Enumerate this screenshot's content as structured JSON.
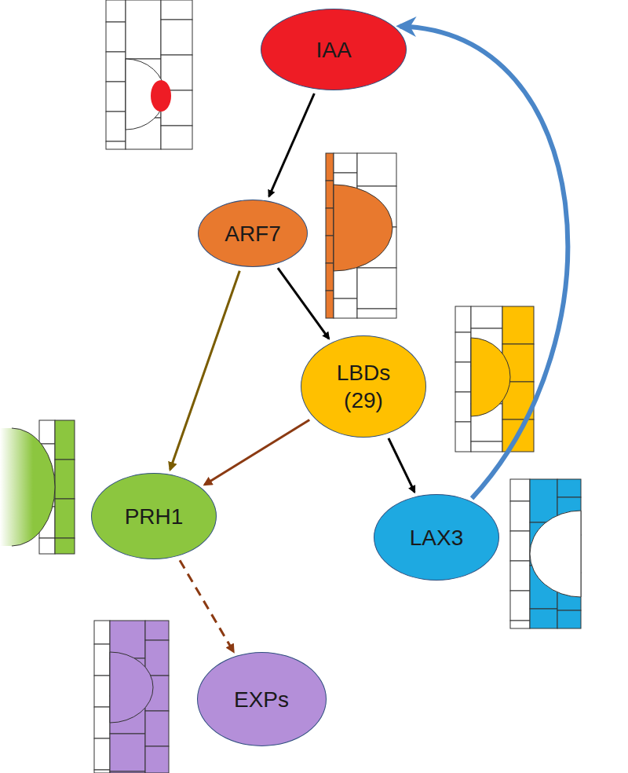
{
  "diagram": {
    "nodes": [
      {
        "text": [
          "IAA"
        ]
      },
      {
        "text": [
          "ARF7"
        ]
      },
      {
        "text": [
          "LBDs (29)"
        ]
      },
      {
        "text": [
          "PRH1"
        ]
      },
      {
        "text": [
          "LAX3"
        ]
      },
      {
        "text": [
          "EXPs"
        ]
      }
    ],
    "edges": [
      {
        "from": 0,
        "to": 1,
        "arrow": "to"
      },
      {
        "from": 1,
        "to": 2,
        "arrow": "to"
      },
      {
        "from": 1,
        "to": 3,
        "arrow": "to"
      },
      {
        "from": 2,
        "to": 3,
        "arrow": "to"
      },
      {
        "from": 2,
        "to": 4,
        "arrow": "to"
      },
      {
        "from": 3,
        "to": 5,
        "arrow": "to"
      },
      {
        "from": 4,
        "to": 0,
        "arrow": "to"
      }
    ]
  }
}
